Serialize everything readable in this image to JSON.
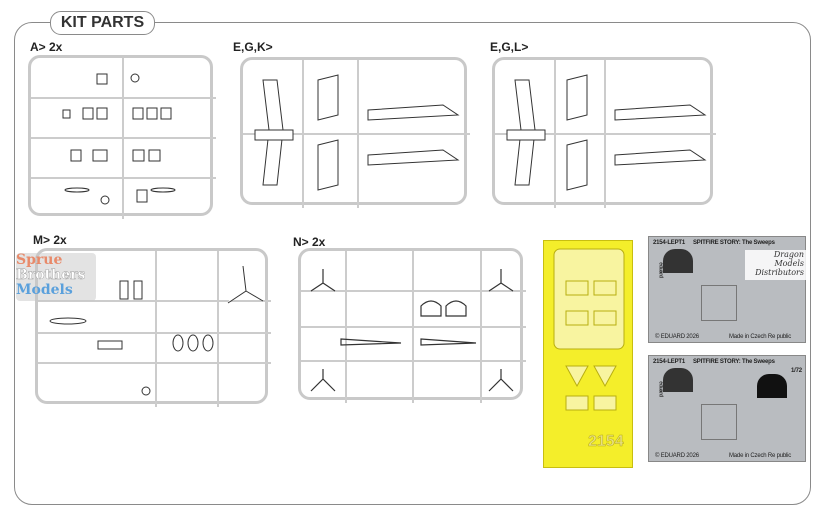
{
  "section_title": "KIT PARTS",
  "sprues": [
    {
      "label": "A> 2x"
    },
    {
      "label": "E,G,K>"
    },
    {
      "label": "E,G,L>"
    },
    {
      "label": "M> 2x"
    },
    {
      "label": "N> 2x"
    }
  ],
  "mask": {
    "number": "2154"
  },
  "pe_frets": [
    {
      "code": "2154-LEPT1",
      "title": "SPITFIRE STORY: The Sweeps",
      "copyright": "© EDUARD 2026",
      "made_in": "Made in Czech Re public",
      "brand": "eduard"
    },
    {
      "code": "2154-LEPT1",
      "title": "SPITFIRE STORY: The Sweeps",
      "scale": "1/72",
      "copyright": "© EDUARD 2026",
      "made_in": "Made in Czech Re public",
      "brand": "eduard"
    }
  ],
  "watermarks": {
    "left": [
      "Sprue",
      "Brothers",
      "Models"
    ],
    "right": [
      "Dragon",
      "Models",
      "Distributors"
    ]
  },
  "colors": {
    "mask": "#f4ee2a",
    "sprue": "#c9c9c9",
    "fret": "#b9bcc0"
  }
}
